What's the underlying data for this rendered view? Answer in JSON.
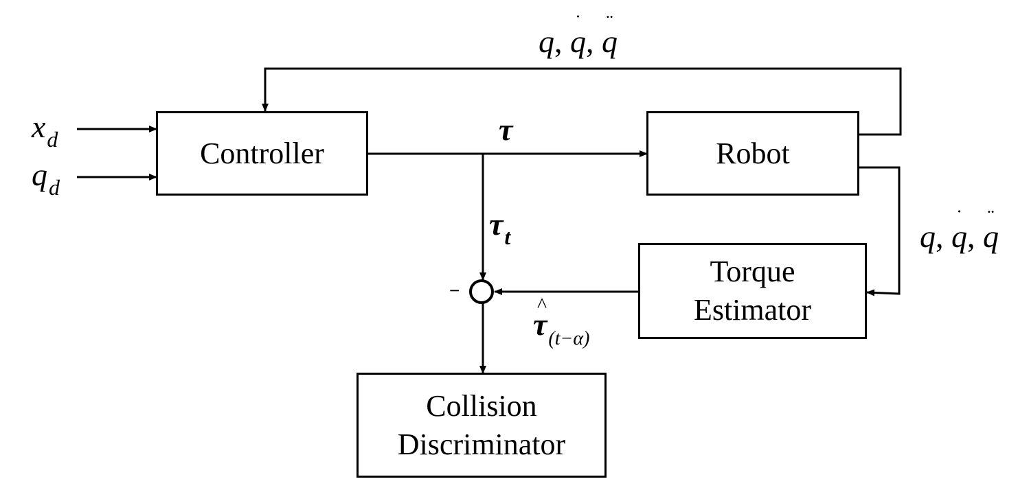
{
  "blocks": {
    "controller": "Controller",
    "robot": "Robot",
    "torque_estimator": [
      "Torque",
      "Estimator"
    ],
    "collision_discriminator": [
      "Collision",
      "Discriminator"
    ]
  },
  "signals": {
    "xd": {
      "base": "x",
      "sub": "d"
    },
    "qd": {
      "base": "q",
      "sub": "d"
    },
    "tau": "τ",
    "tau_t": {
      "base": "τ",
      "sub": "t"
    },
    "tau_hat": {
      "base": "τ",
      "sub": "(t−α)"
    },
    "state": {
      "q": "q",
      "q_dot": "q",
      "q_ddot": "q",
      "sep": ", "
    },
    "minus_sign": "−"
  }
}
